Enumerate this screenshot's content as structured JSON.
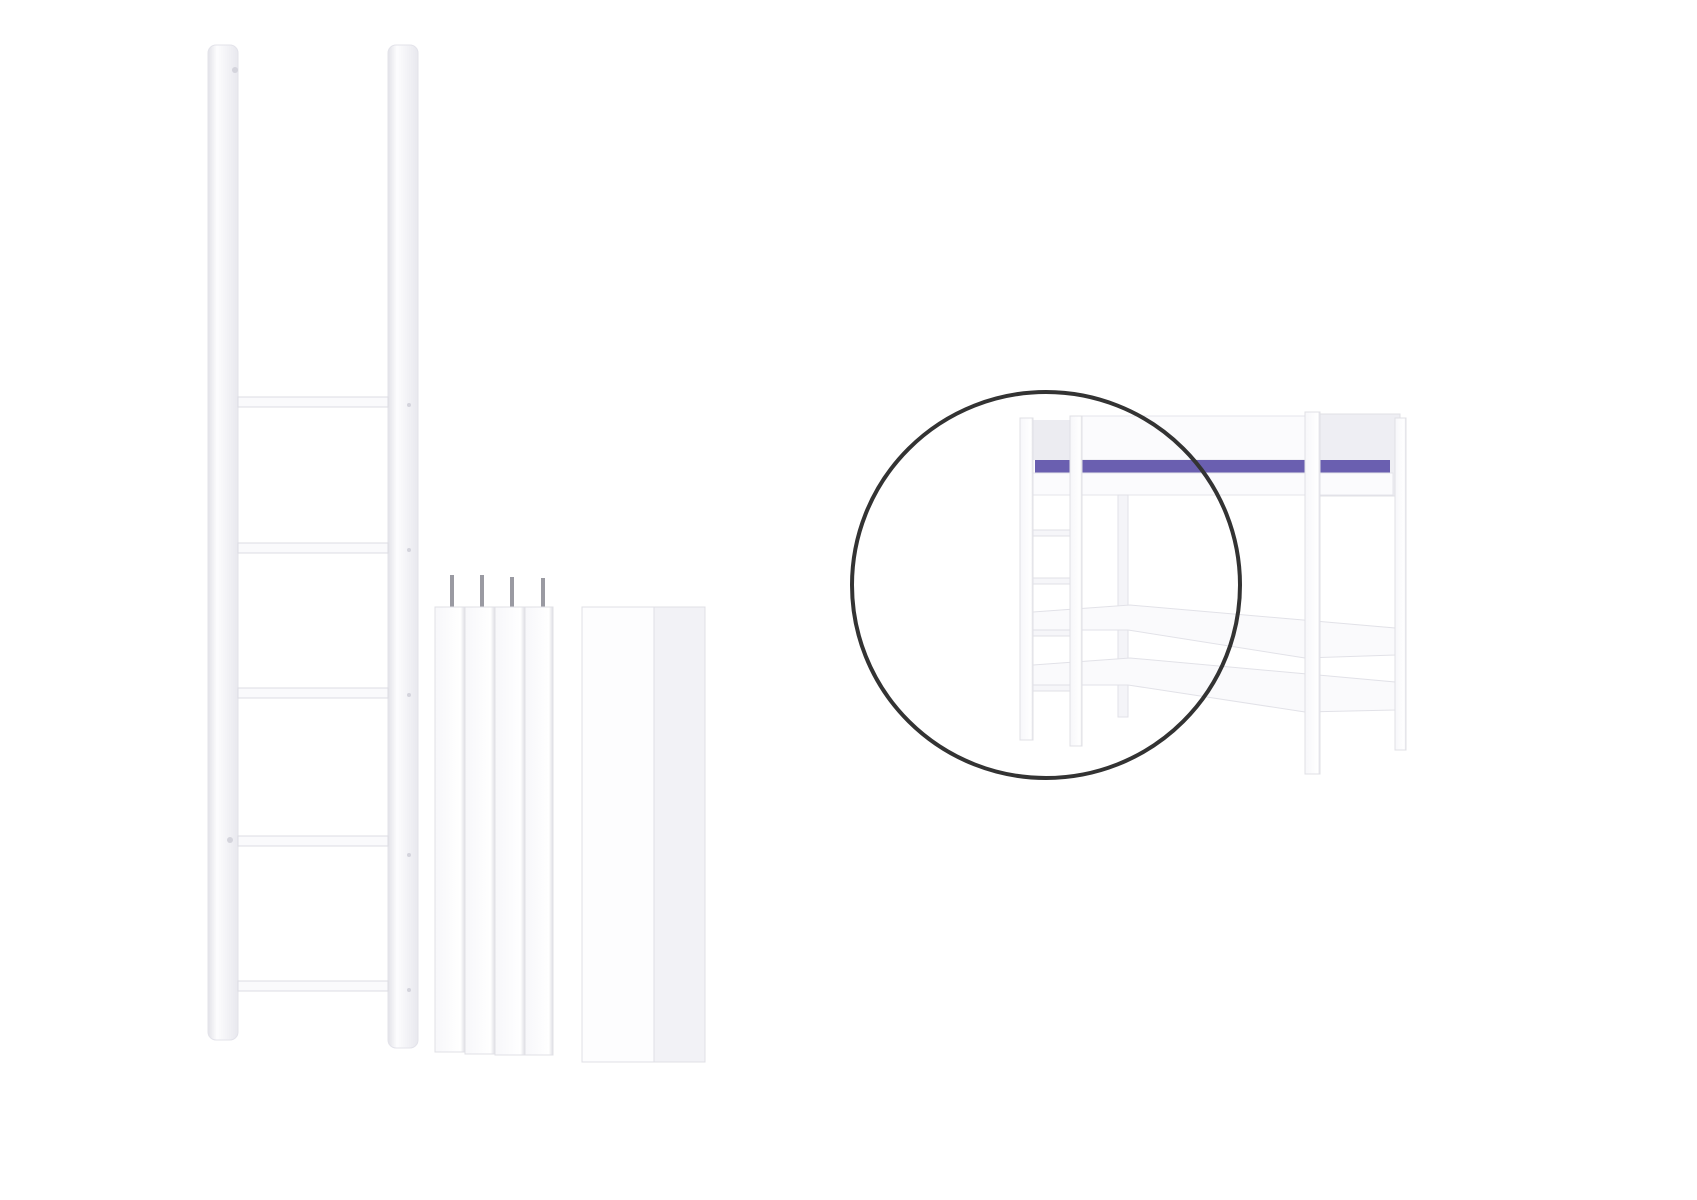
{
  "colors": {
    "background": "#ffffff",
    "wood_white": "#fbfbfd",
    "edge_shadow": "#dcdce3",
    "mattress": "#6a5fb0",
    "highlight_circle": "#333333",
    "metal_pin": "#9a9aa2"
  },
  "scene": {
    "left_group": [
      "ladder",
      "leg-extensions",
      "side-board"
    ],
    "right_group": [
      "loft-bed",
      "highlight-circle"
    ]
  }
}
